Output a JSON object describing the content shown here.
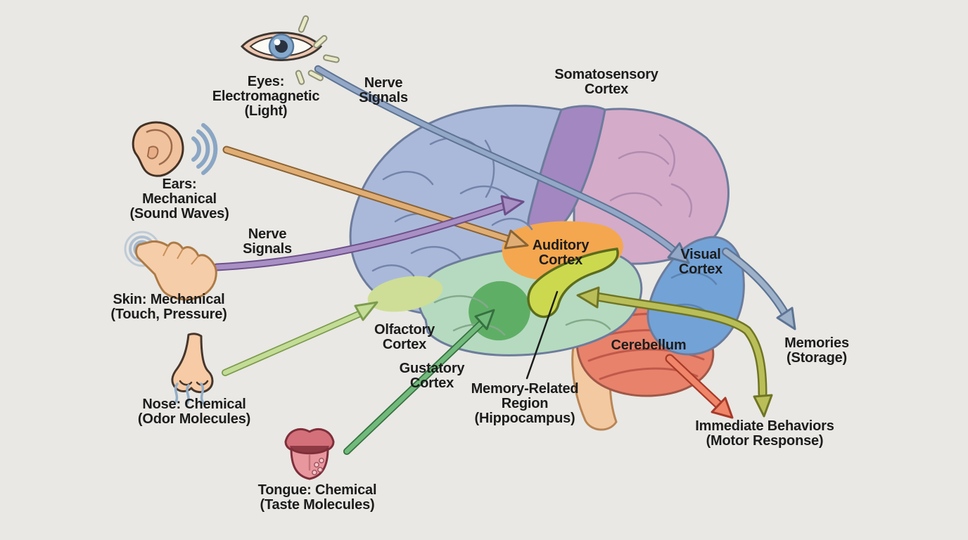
{
  "title": "Senses to Brain Regions Diagram",
  "colors": {
    "background": "#e9e8e4",
    "label_text": "#1c1c1c",
    "regions": {
      "frontal_lobe": "#aab9da",
      "somatosensory_strip": "#a387c0",
      "parietal_lobe": "#d4abc9",
      "visual_occipital": "#73a2d6",
      "temporal_lobe": "#b6dabf",
      "auditory": "#f4a74e",
      "gustatory": "#5fae66",
      "olfactory": "#cede96",
      "hippocampus": "#ccd94f",
      "cerebellum": "#e8826b",
      "brainstem": "#f3c9a1"
    }
  },
  "labels": {
    "eyes": "Eyes:\nElectromagnetic\n(Light)",
    "nerve_signals_eye": "Nerve\nSignals",
    "ears": "Ears:\nMechanical\n(Sound Waves)",
    "nerve_signals_skin": "Nerve\nSignals",
    "skin": "Skin: Mechanical\n(Touch, Pressure)",
    "nose": "Nose: Chemical\n(Odor Molecules)",
    "tongue": "Tongue: Chemical\n(Taste Molecules)",
    "somatosensory_cortex": "Somatosensory\nCortex",
    "auditory_cortex": "Auditory\nCortex",
    "visual_cortex": "Visual\nCortex",
    "olfactory_cortex": "Olfactory\nCortex",
    "gustatory_cortex": "Gustatory\nCortex",
    "hippocampus": "Memory-Related\nRegion\n(Hippocampus)",
    "cerebellum": "Cerebellum",
    "memories": "Memories\n(Storage)",
    "immediate_behaviors": "Immediate Behaviors\n(Motor Response)"
  },
  "connections": [
    {
      "id": "eyes-to-visual-cortex",
      "from": "Eyes",
      "to": "Visual Cortex",
      "color": "#93a7c7"
    },
    {
      "id": "ears-to-auditory-cortex",
      "from": "Ears",
      "to": "Auditory Cortex",
      "color": "#e0ae74"
    },
    {
      "id": "skin-to-somatosensory-cortex",
      "from": "Skin",
      "to": "Somatosensory Cortex",
      "color": "#a88fc4"
    },
    {
      "id": "nose-to-olfactory-cortex",
      "from": "Nose",
      "to": "Olfactory Cortex",
      "color": "#c3dc96"
    },
    {
      "id": "tongue-to-gustatory-cortex",
      "from": "Tongue",
      "to": "Gustatory Cortex",
      "color": "#72b97c"
    },
    {
      "id": "visual-cortex-to-memories",
      "from": "Visual Cortex",
      "to": "Memories (Storage)",
      "color": "#9db1c9"
    },
    {
      "id": "cortex-to-hippocampus-and-behaviors",
      "from": "Cortex / Hippocampus",
      "to": "Hippocampus and Immediate Behaviors",
      "color": "#b9be58"
    },
    {
      "id": "cerebellum-to-behaviors",
      "from": "Cerebellum",
      "to": "Immediate Behaviors (Motor Response)",
      "color": "#ef8569"
    }
  ]
}
